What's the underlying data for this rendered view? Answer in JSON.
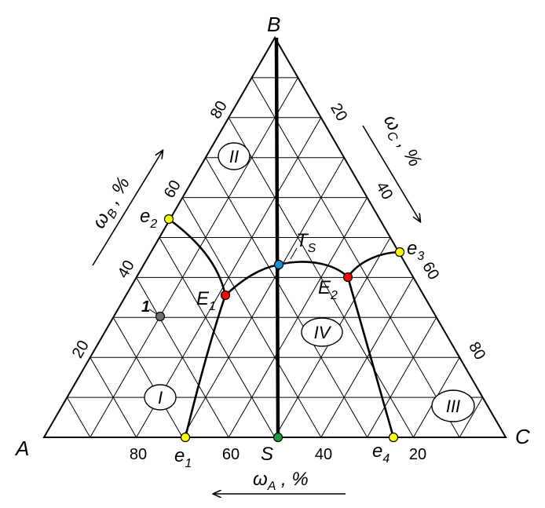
{
  "vertices": {
    "A": "A",
    "B": "B",
    "C": "C"
  },
  "axes": {
    "a": {
      "label": "ω",
      "sub": "A",
      "unit": " , %",
      "ticks": [
        "80",
        "60",
        "40",
        "20"
      ]
    },
    "b": {
      "label": "ω",
      "sub": "B",
      "unit": " , %",
      "ticks": [
        "20",
        "40",
        "60",
        "80"
      ]
    },
    "c": {
      "label": "ω",
      "sub": "C",
      "unit": " , %",
      "ticks": [
        "20",
        "40",
        "60",
        "80"
      ]
    }
  },
  "join_label": "S",
  "points": {
    "e1": {
      "base": "e",
      "sub": "1"
    },
    "e2": {
      "base": "e",
      "sub": "2"
    },
    "e3": {
      "base": "e",
      "sub": "3"
    },
    "e4": {
      "base": "e",
      "sub": "4"
    },
    "E1": {
      "base": "E",
      "sub": "1"
    },
    "E2": {
      "base": "E",
      "sub": "2"
    },
    "Ts": {
      "base": "T",
      "sub": "S"
    },
    "p1": {
      "base": "1"
    }
  },
  "regions": [
    "I",
    "II",
    "III",
    "IV"
  ],
  "colors": {
    "eutectic_binary": "#ffff00",
    "eutectic_ternary": "#ff0000",
    "compound": "#1e8fd8",
    "join_point": "#1a9a40",
    "composition_point": "#707070"
  }
}
